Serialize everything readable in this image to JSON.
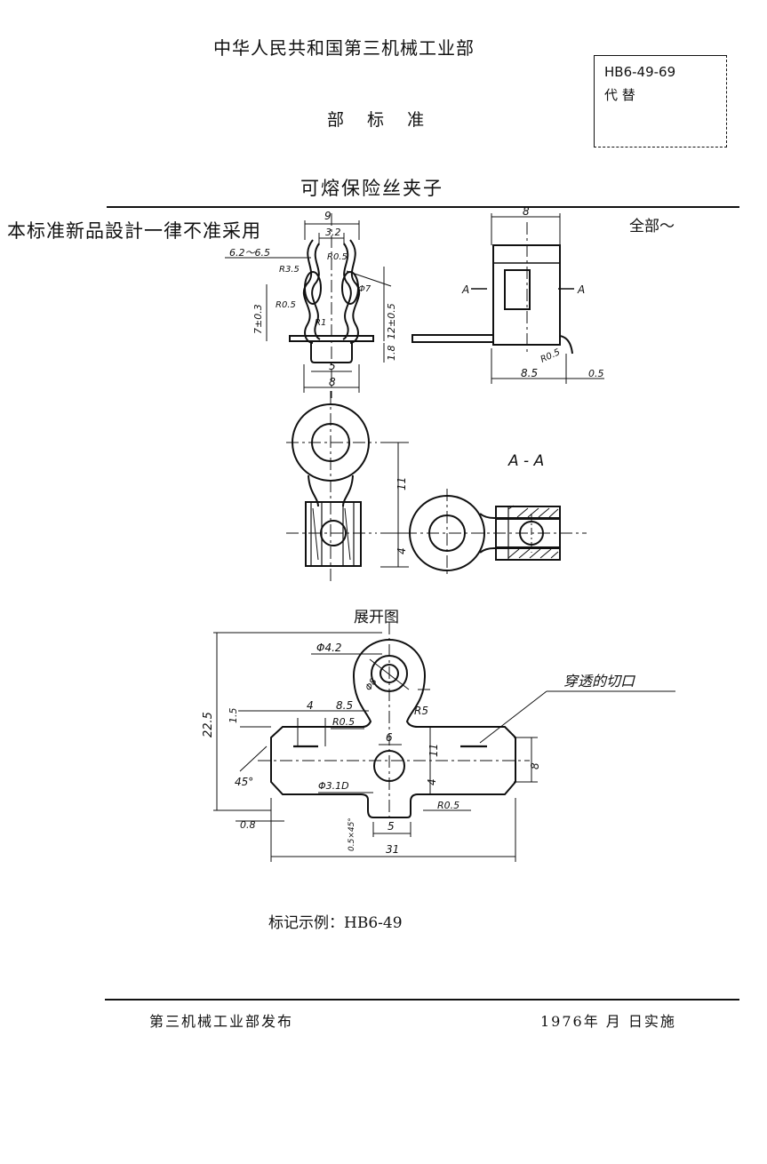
{
  "header": {
    "ministry": "中华人民共和国第三机械工业部",
    "level": "部 标 准",
    "std_code": "HB6-49-69",
    "replaces": "代 替"
  },
  "title": "可熔保险丝夹子",
  "stamp_note": "本标准新品設計一律不准采用",
  "scope_mark": "全部～",
  "views": {
    "section_label": "A - A",
    "section_arrow_a": "A",
    "section_arrow_b": "A",
    "development_title": "展开图",
    "cut_note": "穿透的切口"
  },
  "dims_front": {
    "width_top": "9",
    "gap": "3.2",
    "clamp": "6.2～6.5",
    "r35": "R3.5",
    "r05a": "R0.5",
    "phi": "Φ7",
    "r05b": "R0.5",
    "r1": "R1",
    "h7": "7±0.3",
    "h12": "12±0.5",
    "h18": "1.8",
    "w5": "5",
    "w8": "8"
  },
  "dims_side": {
    "w8": "8",
    "w85": "8.5",
    "t05": "0.5",
    "r05": "R0.5"
  },
  "dims_plan": {
    "h11": "11",
    "h4": "4"
  },
  "dims_dev": {
    "phi42": "Φ4.2",
    "phi8": "Φ8",
    "d4": "4",
    "d85": "8.5",
    "r05top": "R0.5",
    "d15": "1.5",
    "h225": "22.5",
    "r5": "R5",
    "d6": "6",
    "d11": "11",
    "d8": "8",
    "ang45": "45°",
    "phi31": "Φ3.1D",
    "d4b": "4",
    "r05bot": "R0.5",
    "d08": "0.8",
    "chamfer": "0.5×45°",
    "d5": "5",
    "d31": "31"
  },
  "marking_example": "标记示例：HB6-49",
  "footer": {
    "publisher": "第三机械工业部发布",
    "effective": "1976年  月  日实施"
  }
}
